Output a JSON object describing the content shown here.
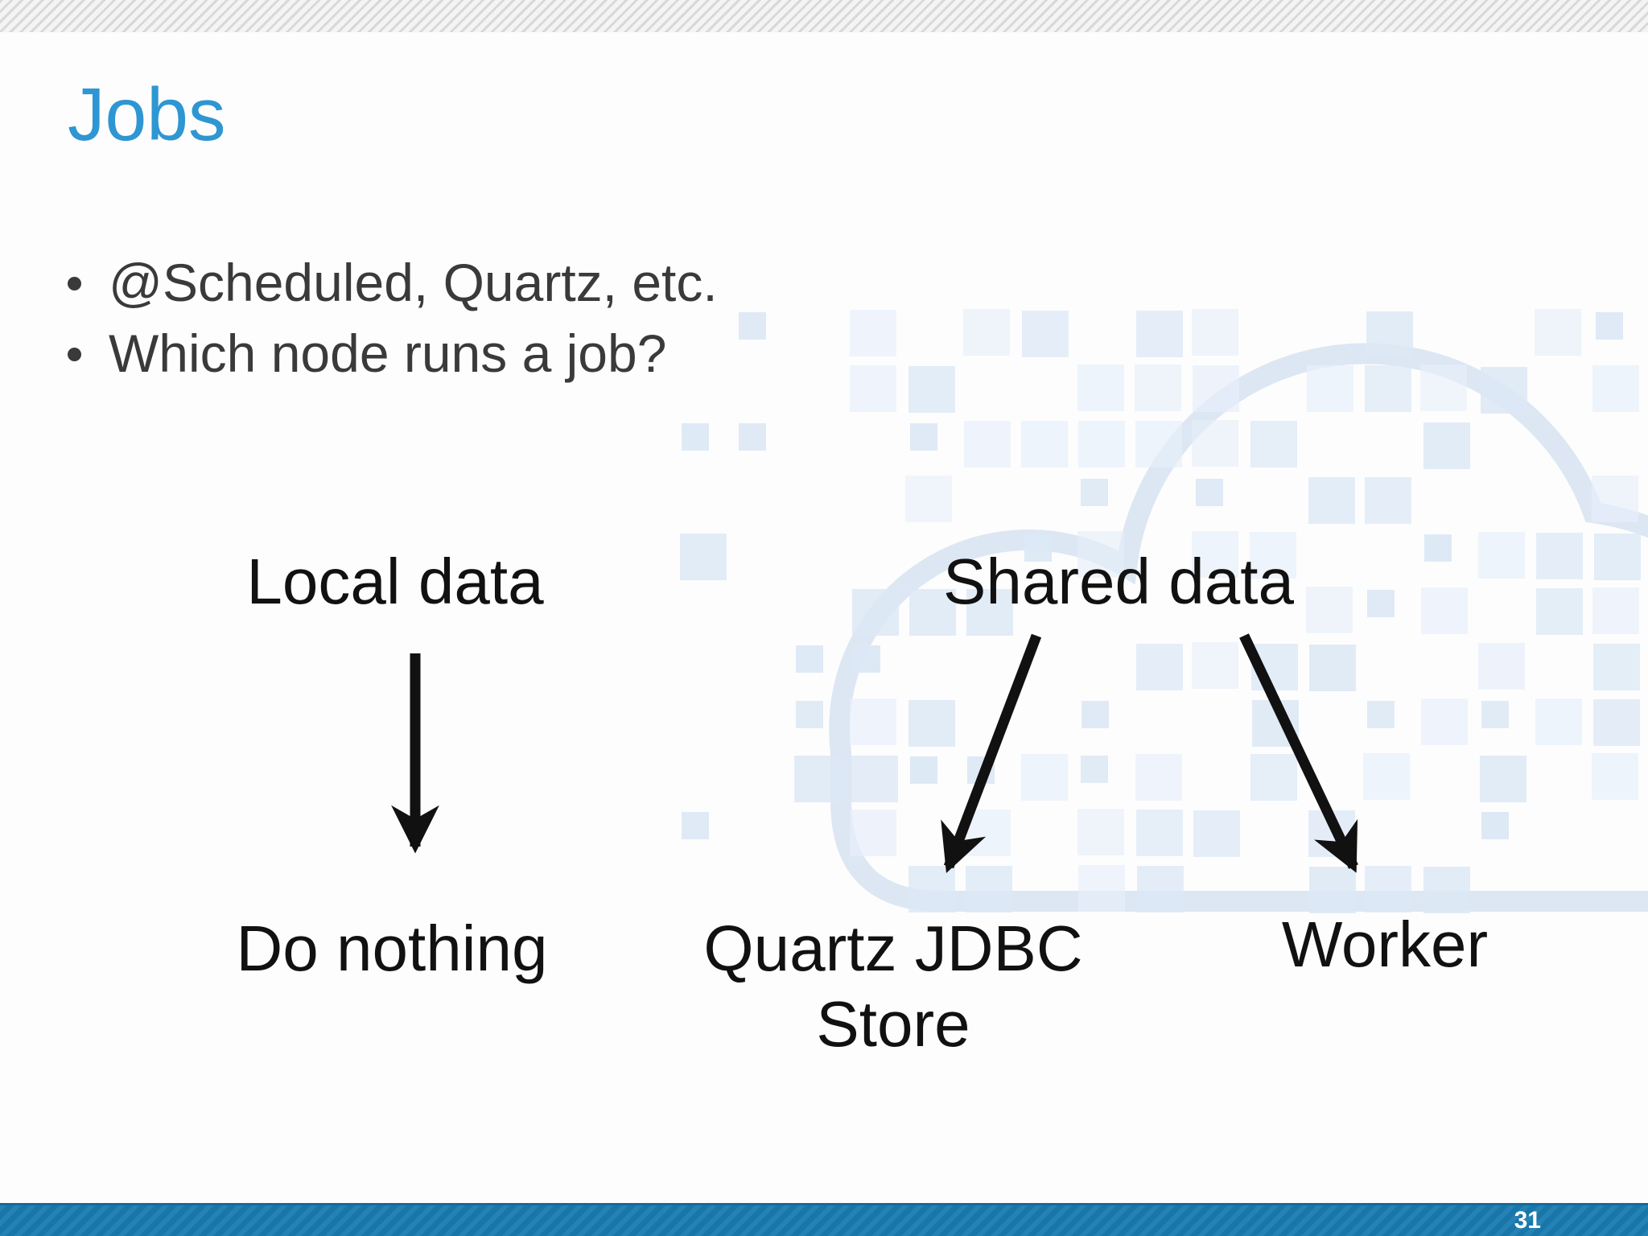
{
  "colors": {
    "accent_blue": "#2e96d3",
    "footer_blue": "#1a7bb0",
    "text_dark": "#3a3a3a",
    "diagram_black": "#111111",
    "watermark_blue": "#dfe9f5"
  },
  "slide": {
    "title": "Jobs",
    "bullets": [
      "@Scheduled, Quartz, etc.",
      "Which node runs a job?"
    ],
    "page_number": "31"
  },
  "diagram": {
    "nodes": [
      {
        "id": "local-data",
        "label": "Local data"
      },
      {
        "id": "shared-data",
        "label": "Shared data"
      },
      {
        "id": "do-nothing",
        "label": "Do nothing"
      },
      {
        "id": "quartz-jdbc-store",
        "label": "Quartz JDBC Store"
      },
      {
        "id": "worker",
        "label": "Worker"
      }
    ],
    "edges": [
      {
        "from": "Local data",
        "to": "Do nothing"
      },
      {
        "from": "Shared data",
        "to": "Quartz JDBC Store"
      },
      {
        "from": "Shared data",
        "to": "Worker"
      }
    ]
  }
}
